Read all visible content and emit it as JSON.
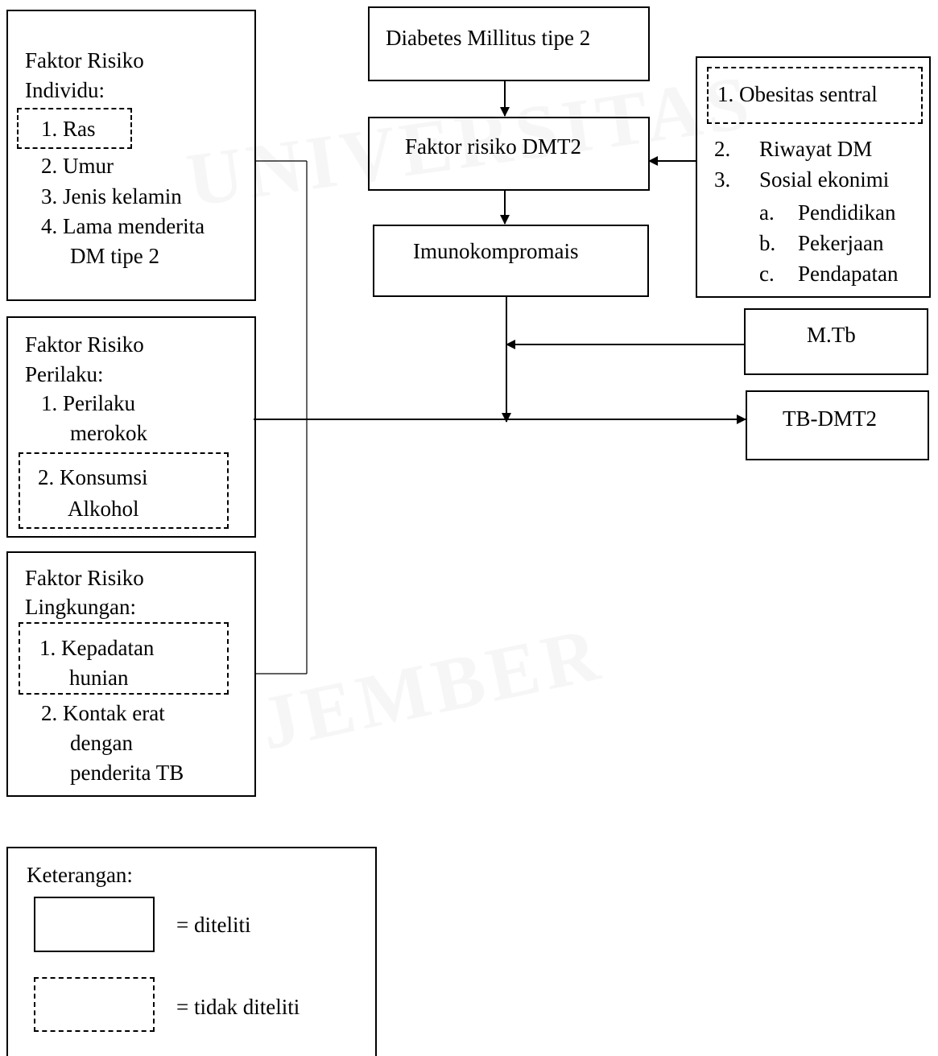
{
  "watermark": {
    "universitas": "UNIVERSITAS",
    "jember": "JEMBER"
  },
  "individu": {
    "title_line1": "Faktor Risiko",
    "title_line2": "Individu:",
    "item1": "1.  Ras",
    "item2": "2. Umur",
    "item3": "3.  Jenis kelamin",
    "item4_line1": "4.  Lama menderita",
    "item4_line2": "DM tipe 2"
  },
  "perilaku": {
    "title_line1": "Faktor Risiko",
    "title_line2": "Perilaku:",
    "item1_line1": "1.  Perilaku",
    "item1_line2": "merokok",
    "item2_line1": "2.  Konsumsi",
    "item2_line2": "Alkohol"
  },
  "lingkungan": {
    "title_line1": "Faktor Risiko",
    "title_line2": "Lingkungan:",
    "item1_line1": "1.  Kepadatan",
    "item1_line2": "hunian",
    "item2_line1": "2.  Kontak erat",
    "item2_line2": "dengan",
    "item2_line3": "penderita TB"
  },
  "center": {
    "diabetes": "Diabetes Millitus tipe 2",
    "faktor_dmt2": "Faktor risiko DMT2",
    "imuno": "Imunokompromais"
  },
  "right": {
    "obesitas": "1.  Obesitas sentral",
    "riwayat_num": "2.",
    "riwayat": "Riwayat DM",
    "sosial_num": "3.",
    "sosial": "Sosial ekonimi",
    "a_num": "a.",
    "a": "Pendidikan",
    "b_num": "b.",
    "b": "Pekerjaan",
    "c_num": "c.",
    "c": "Pendapatan",
    "mtb": "M.Tb",
    "tbdmt2": "TB-DMT2"
  },
  "legend": {
    "title": "Keterangan:",
    "diteliti": "= diteliti",
    "tidak_diteliti": "= tidak diteliti"
  }
}
